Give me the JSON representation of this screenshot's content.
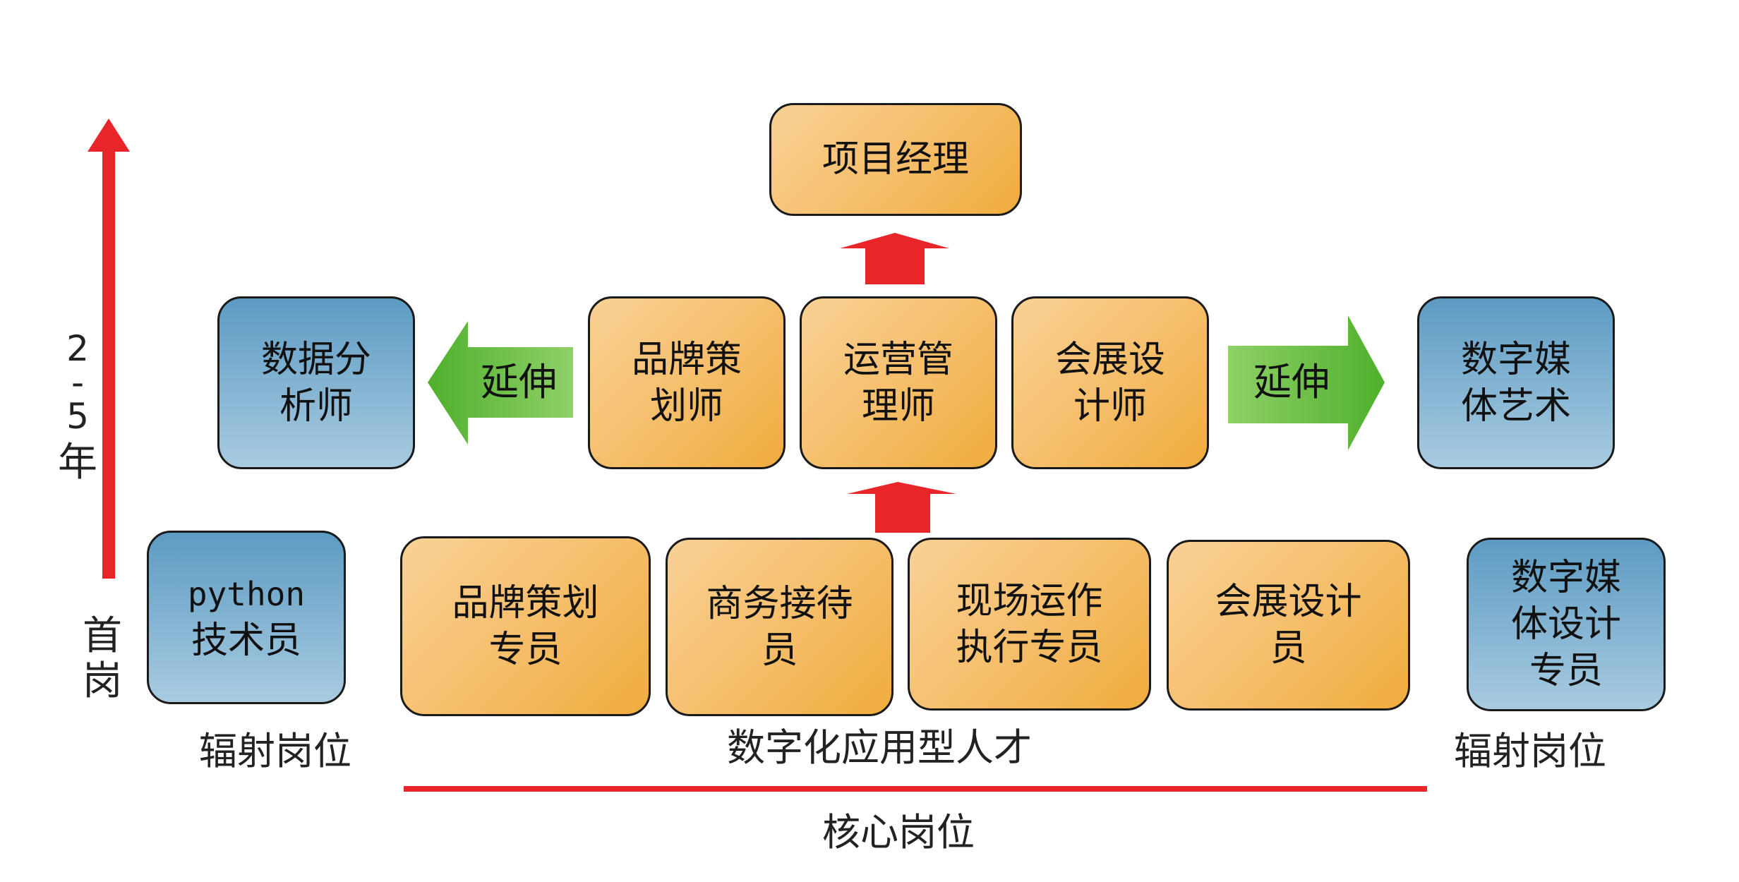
{
  "top": {
    "project_manager": "项目经理"
  },
  "middle": {
    "brand_planner": [
      "品牌策",
      "划师"
    ],
    "ops_manager": [
      "运营管",
      "理师"
    ],
    "exhibition_designer": [
      "会展设",
      "计师"
    ],
    "extend_left": "延伸",
    "extend_right": "延伸",
    "data_analyst": [
      "数据分",
      "析师"
    ],
    "digital_media_art": [
      "数字媒",
      "体艺术"
    ]
  },
  "bottom": {
    "python": [
      "python",
      "技术员"
    ],
    "brand_specialist": [
      "品牌策划",
      "专员"
    ],
    "business_reception": [
      "商务接待",
      "员"
    ],
    "onsite_ops": [
      "现场运作",
      "执行专员"
    ],
    "exhibition_design_staff": [
      "会展设计",
      "员"
    ],
    "digital_media_design": [
      "数字媒",
      "体设计",
      "专员"
    ]
  },
  "labels": {
    "radiating_left": "辐射岗位",
    "radiating_right": "辐射岗位",
    "digital_talent": "数字化应用型人才",
    "core_positions": "核心岗位",
    "years": [
      "2",
      "-",
      "5",
      "年"
    ],
    "first_job": [
      "首",
      "岗"
    ]
  },
  "colors": {
    "orange_box": "#f5bd68",
    "blue_box": "#7fb2d2",
    "red_arrow": "#e8262a",
    "green_arrow": "#5cb934"
  }
}
